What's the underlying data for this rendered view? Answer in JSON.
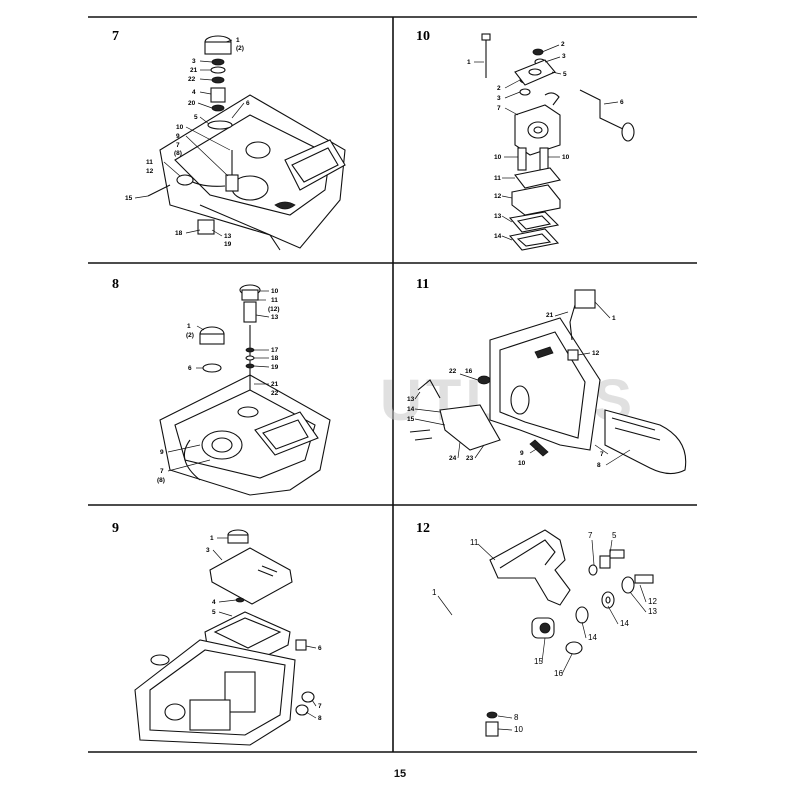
{
  "watermark": "UTLERS",
  "page_number": "15",
  "panels": [
    {
      "number": "7",
      "callouts": [
        "1",
        "(2)",
        "3",
        "21",
        "22",
        "4",
        "20",
        "5",
        "6",
        "10",
        "9",
        "7",
        "(8)",
        "11",
        "12",
        "15",
        "13",
        "19",
        "18"
      ]
    },
    {
      "number": "10",
      "callouts": [
        "1",
        "2",
        "3",
        "2",
        "3",
        "5",
        "7",
        "6",
        "10",
        "10",
        "11",
        "12",
        "13",
        "14"
      ]
    },
    {
      "number": "8",
      "callouts": [
        "10",
        "11",
        "(12)",
        "13",
        "1",
        "(2)",
        "17",
        "18",
        "19",
        "6",
        "21",
        "22",
        "9",
        "7",
        "(8)"
      ]
    },
    {
      "number": "11",
      "callouts": [
        "21",
        "1",
        "12",
        "22",
        "16",
        "13",
        "14",
        "15",
        "24",
        "23",
        "9",
        "10",
        "7",
        "8"
      ]
    },
    {
      "number": "9",
      "callouts": [
        "1",
        "3",
        "4",
        "5",
        "6",
        "7",
        "8"
      ]
    },
    {
      "number": "12",
      "callouts": [
        "11",
        "7",
        "5",
        "1",
        "12",
        "13",
        "14",
        "14",
        "15",
        "16",
        "8",
        "10"
      ]
    }
  ]
}
